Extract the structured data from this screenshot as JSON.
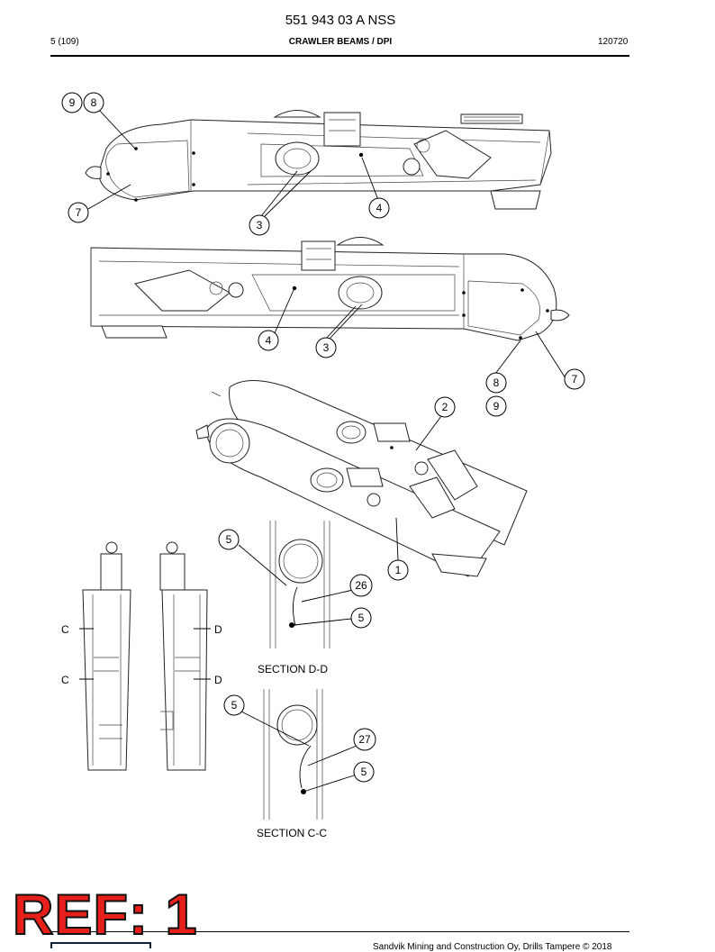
{
  "header": {
    "doc_number": "551 943 03 A NSS",
    "page": "5 (109)",
    "section": "CRAWLER BEAMS / DPI",
    "code": "120720"
  },
  "callouts": {
    "c9a": "9",
    "c8a": "8",
    "c7a": "7",
    "c4a": "4",
    "c3a": "3",
    "c4b": "4",
    "c3b": "3",
    "c8b": "8",
    "c9b": "9",
    "c7b": "7",
    "c2": "2",
    "c1": "1",
    "c5a": "5",
    "c26": "26",
    "c5b": "5",
    "c5c": "5",
    "c27": "27",
    "c5d": "5"
  },
  "section_marks": {
    "c1": "C",
    "c2": "C",
    "d1": "D",
    "d2": "D"
  },
  "sections": {
    "dd": "SECTION D-D",
    "cc": "SECTION C-C"
  },
  "footer": {
    "copyright": "Sandvik Mining and Construction Oy, Drills Tampere © 2018"
  },
  "stamp": {
    "text": "REF: 1"
  }
}
